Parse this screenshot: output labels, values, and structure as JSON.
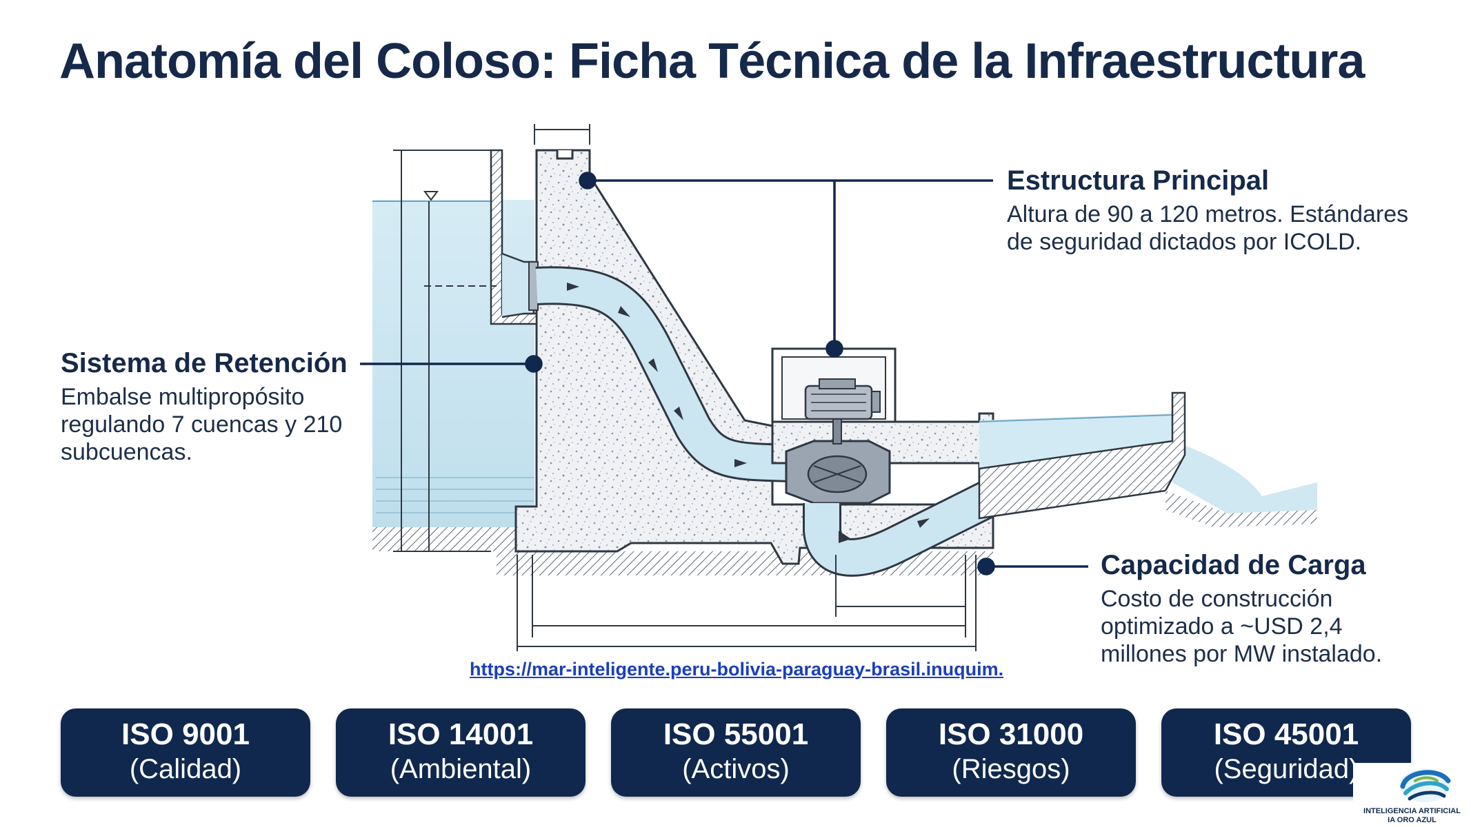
{
  "title": "Anatomía del Coloso: Ficha Técnica de la Infraestructura",
  "callouts": {
    "estructura": {
      "heading": "Estructura Principal",
      "text": "Altura de 90 a 120 metros. Estándares de seguridad dictados por ICOLD."
    },
    "retencion": {
      "heading": "Sistema de Retención",
      "text": "Embalse multipropósito regulando 7 cuencas y 210 subcuencas."
    },
    "capacidad": {
      "heading": "Capacidad de Carga",
      "text": "Costo de construcción optimizado a ~USD 2,4 millones por MW instalado."
    }
  },
  "url": "https://mar-inteligente.peru-bolivia-paraguay-brasil.inuquim.",
  "standards": [
    {
      "code": "ISO 9001",
      "desc": "(Calidad)"
    },
    {
      "code": "ISO 14001",
      "desc": "(Ambiental)"
    },
    {
      "code": "ISO 55001",
      "desc": "(Activos)"
    },
    {
      "code": "ISO 31000",
      "desc": "(Riesgos)"
    },
    {
      "code": "ISO 45001",
      "desc": "(Seguridad)"
    }
  ],
  "logo": {
    "line1": "INTELIGENCIA ARTIFICIAL",
    "line2": "IA ORO AZUL"
  },
  "colors": {
    "navy": "#10284d",
    "water": "#cfe8f2",
    "concrete": "#eef1f4",
    "pipe": "#bfe0f0",
    "link": "#1a3fb8"
  }
}
